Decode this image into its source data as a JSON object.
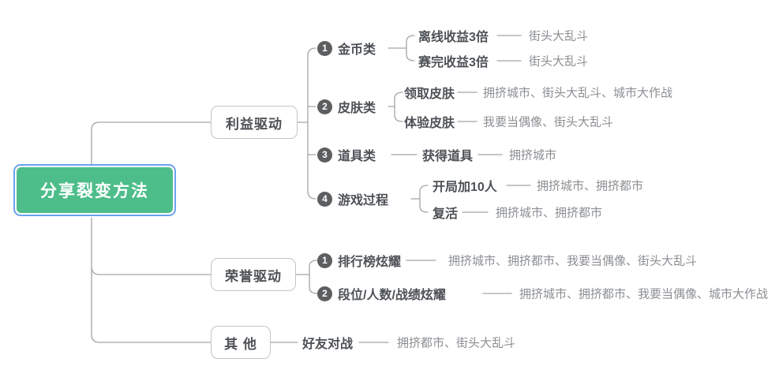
{
  "root": {
    "label": "分享裂变方法"
  },
  "branches": [
    {
      "label": "利益驱动",
      "children": [
        {
          "badge": "1",
          "label": "金币类",
          "children": [
            {
              "label": "离线收益3倍",
              "games": "街头大乱斗"
            },
            {
              "label": "赛完收益3倍",
              "games": "街头大乱斗"
            }
          ]
        },
        {
          "badge": "2",
          "label": "皮肤类",
          "children": [
            {
              "label": "领取皮肤",
              "games": "拥挤城市、街头大乱斗、城市大作战"
            },
            {
              "label": "体验皮肤",
              "games": "我要当偶像、街头大乱斗"
            }
          ]
        },
        {
          "badge": "3",
          "label": "道具类",
          "children": [
            {
              "label": "获得道具",
              "games": "拥挤城市"
            }
          ]
        },
        {
          "badge": "4",
          "label": "游戏过程",
          "children": [
            {
              "label": "开局加10人",
              "games": "拥挤城市、拥挤都市"
            },
            {
              "label": "复活",
              "games": "拥挤城市、拥挤都市"
            }
          ]
        }
      ]
    },
    {
      "label": "荣誉驱动",
      "children": [
        {
          "badge": "1",
          "label": "排行榜炫耀",
          "games": "拥挤城市、拥挤都市、我要当偶像、街头大乱斗"
        },
        {
          "badge": "2",
          "label": "段位/人数/战绩炫耀",
          "games": "拥挤城市、拥挤都市、我要当偶像、城市大作战"
        }
      ]
    },
    {
      "label": "其 他",
      "children": [
        {
          "label": "好友对战",
          "games": "拥挤都市、街头大乱斗"
        }
      ]
    }
  ],
  "colors": {
    "root_bg": "#4dbd8a",
    "selection_border": "#6aa3f0",
    "line": "#a5a5a5",
    "badge_bg": "#5c5e60",
    "bold_text": "#4d5156",
    "leaf_text": "#8b8e92",
    "node_border": "#c4c4c4"
  }
}
